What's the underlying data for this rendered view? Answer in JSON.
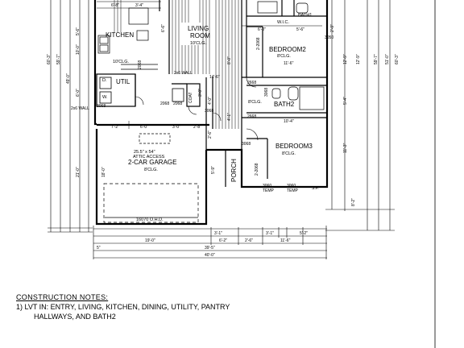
{
  "rooms": {
    "wic": "W.I.C.",
    "bath1": "BATH1",
    "living": "LIVING",
    "living_room": "ROOM",
    "living_clg": "10'CLG.",
    "kitchen": "KITCHEN",
    "kitchen_clg": "10'CLG.",
    "utility": "UTIL",
    "d_label": "D.",
    "w_label": "W.",
    "coat": "COAT",
    "bedroom2": "BEDROOM2",
    "bedroom2_clg": "8'CLG.",
    "bath2": "BATH2",
    "bath2_clg": "8'CLG.",
    "bedroom3": "BEDROOM3",
    "bedroom3_clg": "8'CLG.",
    "garage_attic": "ATTIC ACCESS",
    "garage_attic_size": "25.5\" x 54\"",
    "garage": "2-CAR GARAGE",
    "garage_clg": "8'CLG.",
    "porch": "PORCH",
    "garage_door": "16070 O.H.D.",
    "wall_2x6_a": "2x6 WALL",
    "wall_2x6_b": "2x6 WALL"
  },
  "door_tags": {
    "d3068_a": "3068",
    "d3068_b": "3068",
    "d2068_a": "2068",
    "d2068_b": "2068",
    "d2668_a": "2668",
    "d2668_b": "2668",
    "d3068_c": "3068",
    "d3068_d": "3068",
    "d2068_c": "2-2068",
    "d2068_d": "2-2068",
    "d3060_a": "3060",
    "d3060_b": "3060",
    "temp_a": "TEMP",
    "temp_b": "TEMP",
    "sf": "S.F.",
    "d2068_e": "2068",
    "d3050": "3050"
  },
  "dimensions": {
    "kitchen_top_a": "6'-8\"",
    "kitchen_top_b": "3'-4\"",
    "kitchen_left_a": "5'-6\"",
    "kitchen_left_b": "10'-0\"",
    "overall_left_a": "60'-3\"",
    "overall_left_b": "59'-7\"",
    "overall_left_c": "49'-0\"",
    "util_dim": "6'-0\"",
    "garage_depth": "21'-0\"",
    "garage_inner": "18'-0\"",
    "hall_a": "7'-2\"",
    "hall_b": "6'-0\"",
    "hall_c": "3'-0\"",
    "hall_d": "2'-8\"",
    "wall_14": "14'-6\"",
    "living_v": "6'-6\"",
    "living_v2": "8'-0\"",
    "bed2_a": "6'-0\"",
    "bed2_b": "5'-6\"",
    "bed2_w": "11'-6\"",
    "bed3_w": "10'-4\"",
    "right_a": "12'-9\"",
    "right_b": "5'-4\"",
    "right_c": "11'-3\"",
    "right_d": "8'-2\"",
    "right_e": "2'-9\"",
    "right_f": "12'-9\"",
    "overall_right_a": "59'-7\"",
    "overall_right_b": "51'-0\"",
    "overall_right_c": "60'-3\"",
    "porch_v": "5'-9\"",
    "bottom_a": "3'-1\"",
    "bottom_b": "3'-1\"",
    "bottom_c": "5'-2\"",
    "bottom_d": "19'-0\"",
    "bottom_e": "6'-2\"",
    "bottom_f": "2'-6\"",
    "bottom_g": "11'-6\"",
    "bottom_h": "39'-5\"",
    "bottom_total": "40'-0\"",
    "bottom_small": "5\"",
    "wall_4": "4'-0\"",
    "wall_2": "2'-6\"",
    "wall_3": "3'-9\"",
    "hall_e": "4'-1\""
  },
  "notes": {
    "header": "CONSTRUCTION NOTES:",
    "line1": "1)  LVT IN: ENTRY, LIVING, KITCHEN, DINING, UTILITY, PANTRY",
    "line2": "HALLWAYS, AND BATH2"
  }
}
